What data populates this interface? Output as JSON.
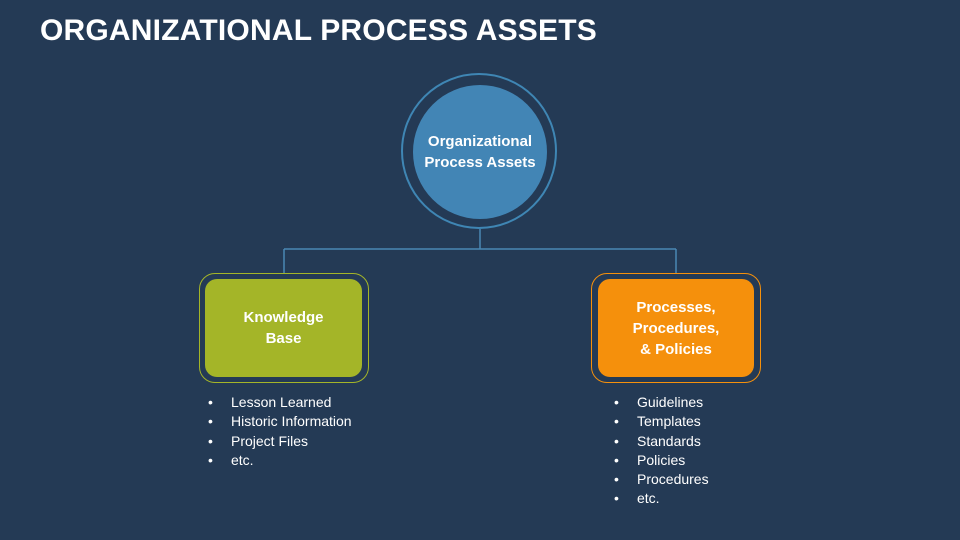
{
  "title": "ORGANIZATIONAL PROCESS ASSETS",
  "root": {
    "label": "Organizational\nProcess Assets",
    "color": "#4285b5"
  },
  "branches": [
    {
      "label": "Knowledge\nBase",
      "color": "#a4b528",
      "items": [
        "Lesson Learned",
        "Historic Information",
        "Project Files",
        "etc."
      ]
    },
    {
      "label": "Processes,\nProcedures,\n& Policies",
      "color": "#f5900c",
      "items": [
        "Guidelines",
        "Templates",
        "Standards",
        "Policies",
        "Procedures",
        "etc."
      ]
    }
  ],
  "colors": {
    "background": "#243a55",
    "connector": "#4a88b4"
  }
}
